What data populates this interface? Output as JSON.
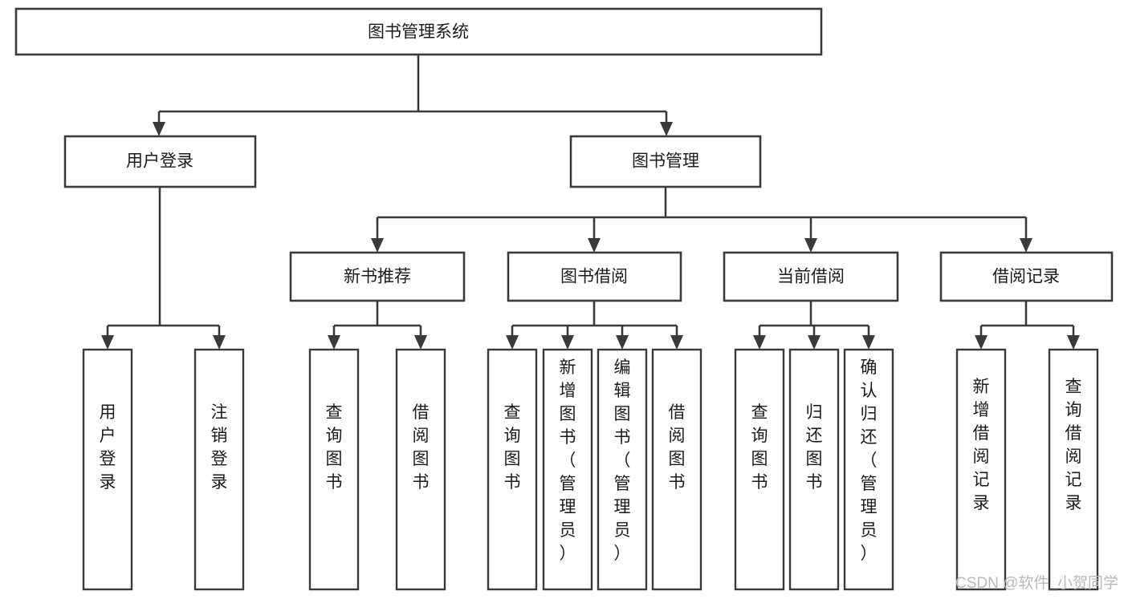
{
  "diagram": {
    "title": "图书管理系统",
    "type": "tree-hierarchy",
    "orientation": "top-down",
    "root": {
      "id": "root",
      "label": "图书管理系统",
      "label_orientation": "horizontal"
    },
    "level1": [
      {
        "id": "user-login",
        "label": "用户登录",
        "label_orientation": "horizontal"
      },
      {
        "id": "book-manage",
        "label": "图书管理",
        "label_orientation": "horizontal"
      }
    ],
    "level2": [
      {
        "id": "new-book-rec",
        "label": "新书推荐",
        "label_orientation": "horizontal",
        "parent": "book-manage"
      },
      {
        "id": "book-borrow",
        "label": "图书借阅",
        "label_orientation": "horizontal",
        "parent": "book-manage"
      },
      {
        "id": "current-borrow",
        "label": "当前借阅",
        "label_orientation": "horizontal",
        "parent": "book-manage"
      },
      {
        "id": "borrow-record",
        "label": "借阅记录",
        "label_orientation": "horizontal",
        "parent": "book-manage"
      }
    ],
    "leaves": {
      "user-login": [
        {
          "id": "leaf-user-login",
          "label": "用户登录",
          "label_orientation": "vertical"
        },
        {
          "id": "leaf-user-logout",
          "label": "注销登录",
          "label_orientation": "vertical"
        }
      ],
      "new-book-rec": [
        {
          "id": "leaf-query-book-1",
          "label": "查询图书",
          "label_orientation": "vertical"
        },
        {
          "id": "leaf-borrow-book-1",
          "label": "借阅图书",
          "label_orientation": "vertical"
        }
      ],
      "book-borrow": [
        {
          "id": "leaf-query-book-2",
          "label": "查询图书",
          "label_orientation": "vertical"
        },
        {
          "id": "leaf-add-book",
          "label": "新增图书（管理员）",
          "label_orientation": "vertical"
        },
        {
          "id": "leaf-edit-book",
          "label": "编辑图书（管理员）",
          "label_orientation": "vertical"
        },
        {
          "id": "leaf-borrow-book-2",
          "label": "借阅图书",
          "label_orientation": "vertical"
        }
      ],
      "current-borrow": [
        {
          "id": "leaf-query-book-3",
          "label": "查询图书",
          "label_orientation": "vertical"
        },
        {
          "id": "leaf-return-book",
          "label": "归还图书",
          "label_orientation": "vertical"
        },
        {
          "id": "leaf-confirm-return",
          "label": "确认归还（管理员）",
          "label_orientation": "vertical"
        }
      ],
      "borrow-record": [
        {
          "id": "leaf-add-record",
          "label": "新增借阅记录",
          "label_orientation": "vertical"
        },
        {
          "id": "leaf-query-record",
          "label": "查询借阅记录",
          "label_orientation": "vertical"
        }
      ]
    }
  },
  "watermark": {
    "text": "CSDN @软件_小贺同学"
  },
  "colors": {
    "background": "#ffffff",
    "box_fill": "#ffffff",
    "box_stroke": "#3a3a3a",
    "text": "#1b1b1b",
    "watermark": "#b9b9b9"
  }
}
